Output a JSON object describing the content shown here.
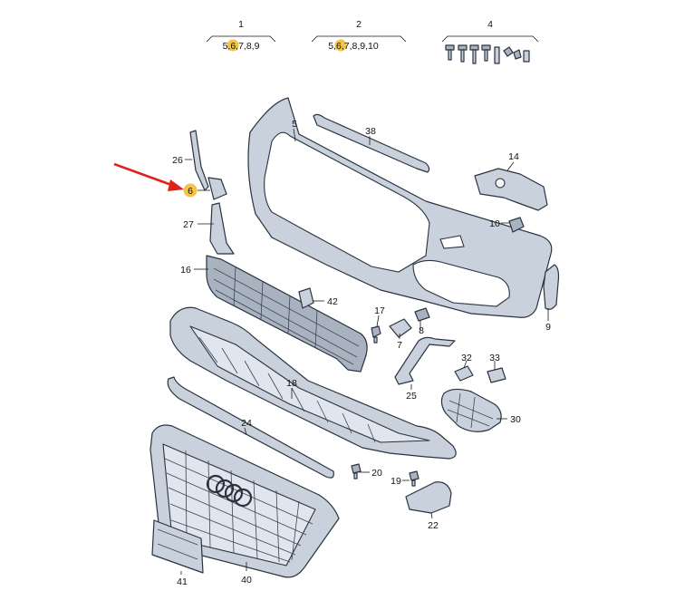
{
  "header_groups": [
    {
      "number": "1",
      "subitems": "5,6,7,8,9",
      "highlight": "6"
    },
    {
      "number": "2",
      "subitems": "5,6,7,8,9,10",
      "highlight": "6"
    },
    {
      "number": "4",
      "subitems": ""
    }
  ],
  "callouts": {
    "c5": "5",
    "c38": "38",
    "c14": "14",
    "c10": "10",
    "c26": "26",
    "c6": "6",
    "c27": "27",
    "c16": "16",
    "c42": "42",
    "c17": "17",
    "c8": "8",
    "c7": "7",
    "c9": "9",
    "c32": "32",
    "c33": "33",
    "c25": "25",
    "c18": "18",
    "c30": "30",
    "c24": "24",
    "c20": "20",
    "c19": "19",
    "c22": "22",
    "c41": "41",
    "c40": "40"
  },
  "colors": {
    "highlight": "#f3c44a",
    "arrow": "#e0201b",
    "part_fill": "#c9d1dc",
    "outline": "#2a3340"
  },
  "icons": [
    "red-pointer-arrow",
    "grille-rings-logo"
  ]
}
